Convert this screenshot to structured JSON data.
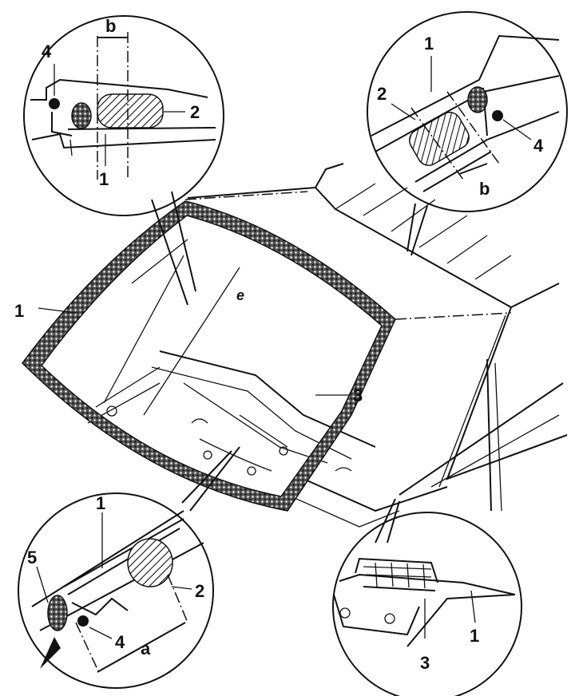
{
  "diagram": {
    "callouts": {
      "top_left": {
        "number_4": "4",
        "dim_b": "b",
        "number_2": "2",
        "number_1": "1"
      },
      "top_right": {
        "number_1": "1",
        "number_2": "2",
        "number_4": "4",
        "dim_b": "b"
      },
      "bottom_left": {
        "number_1": "1",
        "number_5": "5",
        "number_2": "2",
        "number_4": "4",
        "dim_a": "a"
      },
      "bottom_right": {
        "number_1": "1",
        "number_3": "3"
      }
    },
    "main_labels": {
      "windshield_1": "1",
      "seal_3": "3",
      "marker_e": "e"
    }
  }
}
